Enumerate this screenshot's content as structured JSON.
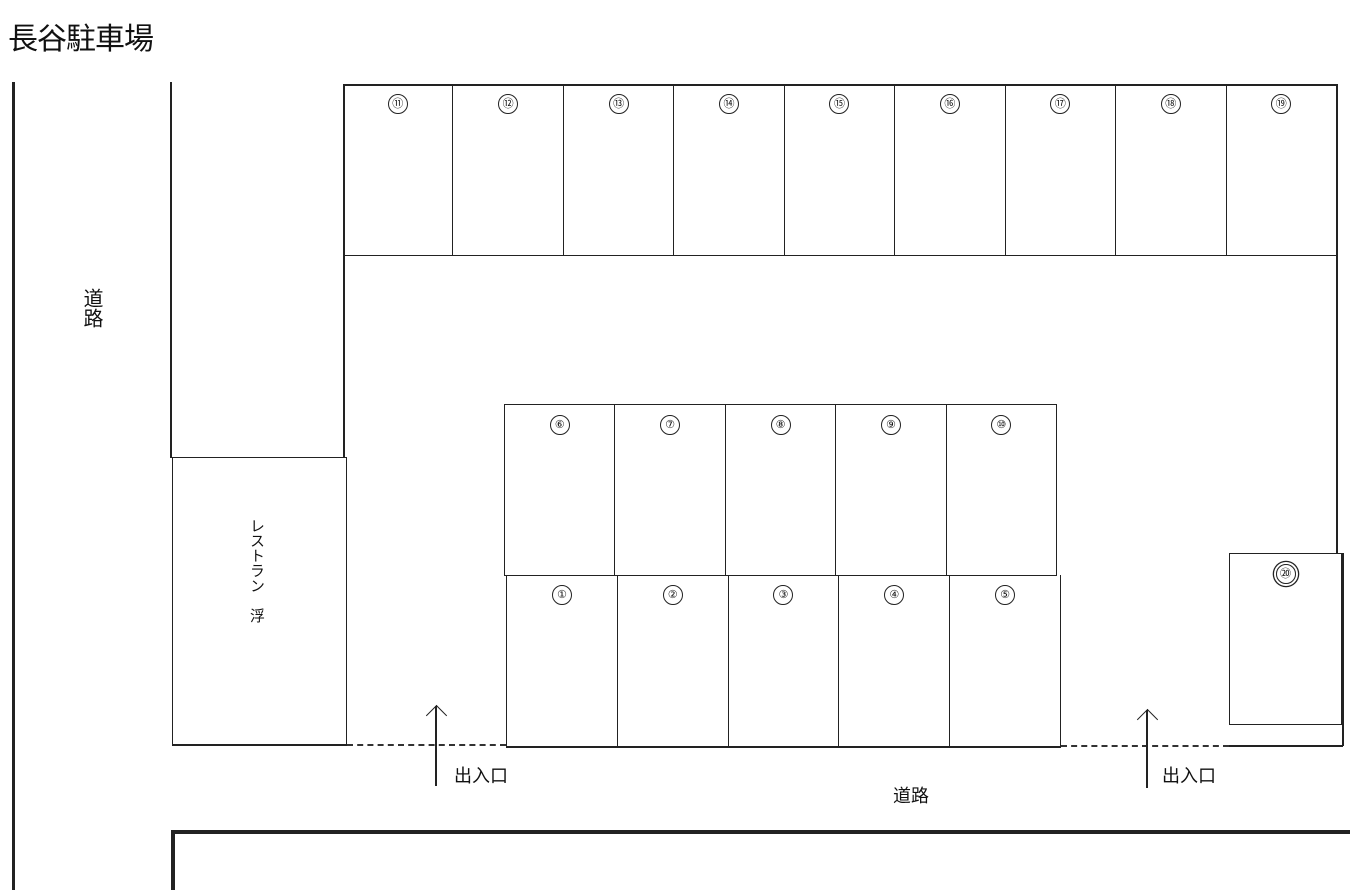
{
  "title": "長谷駐車場",
  "labels": {
    "road_left": "道路",
    "road_bottom": "道路",
    "restaurant": "レストラン　浮",
    "entrance_left": "出入口",
    "entrance_right": "出入口"
  },
  "top_row": [
    "⑪",
    "⑫",
    "⑬",
    "⑭",
    "⑮",
    "⑯",
    "⑰",
    "⑱",
    "⑲"
  ],
  "middle_upper": [
    "⑥",
    "⑦",
    "⑧",
    "⑨",
    "⑩"
  ],
  "middle_lower": [
    "①",
    "②",
    "③",
    "④",
    "⑤"
  ],
  "spot_20": "⑳",
  "colors": {
    "line": "#222222",
    "background": "#ffffff"
  }
}
